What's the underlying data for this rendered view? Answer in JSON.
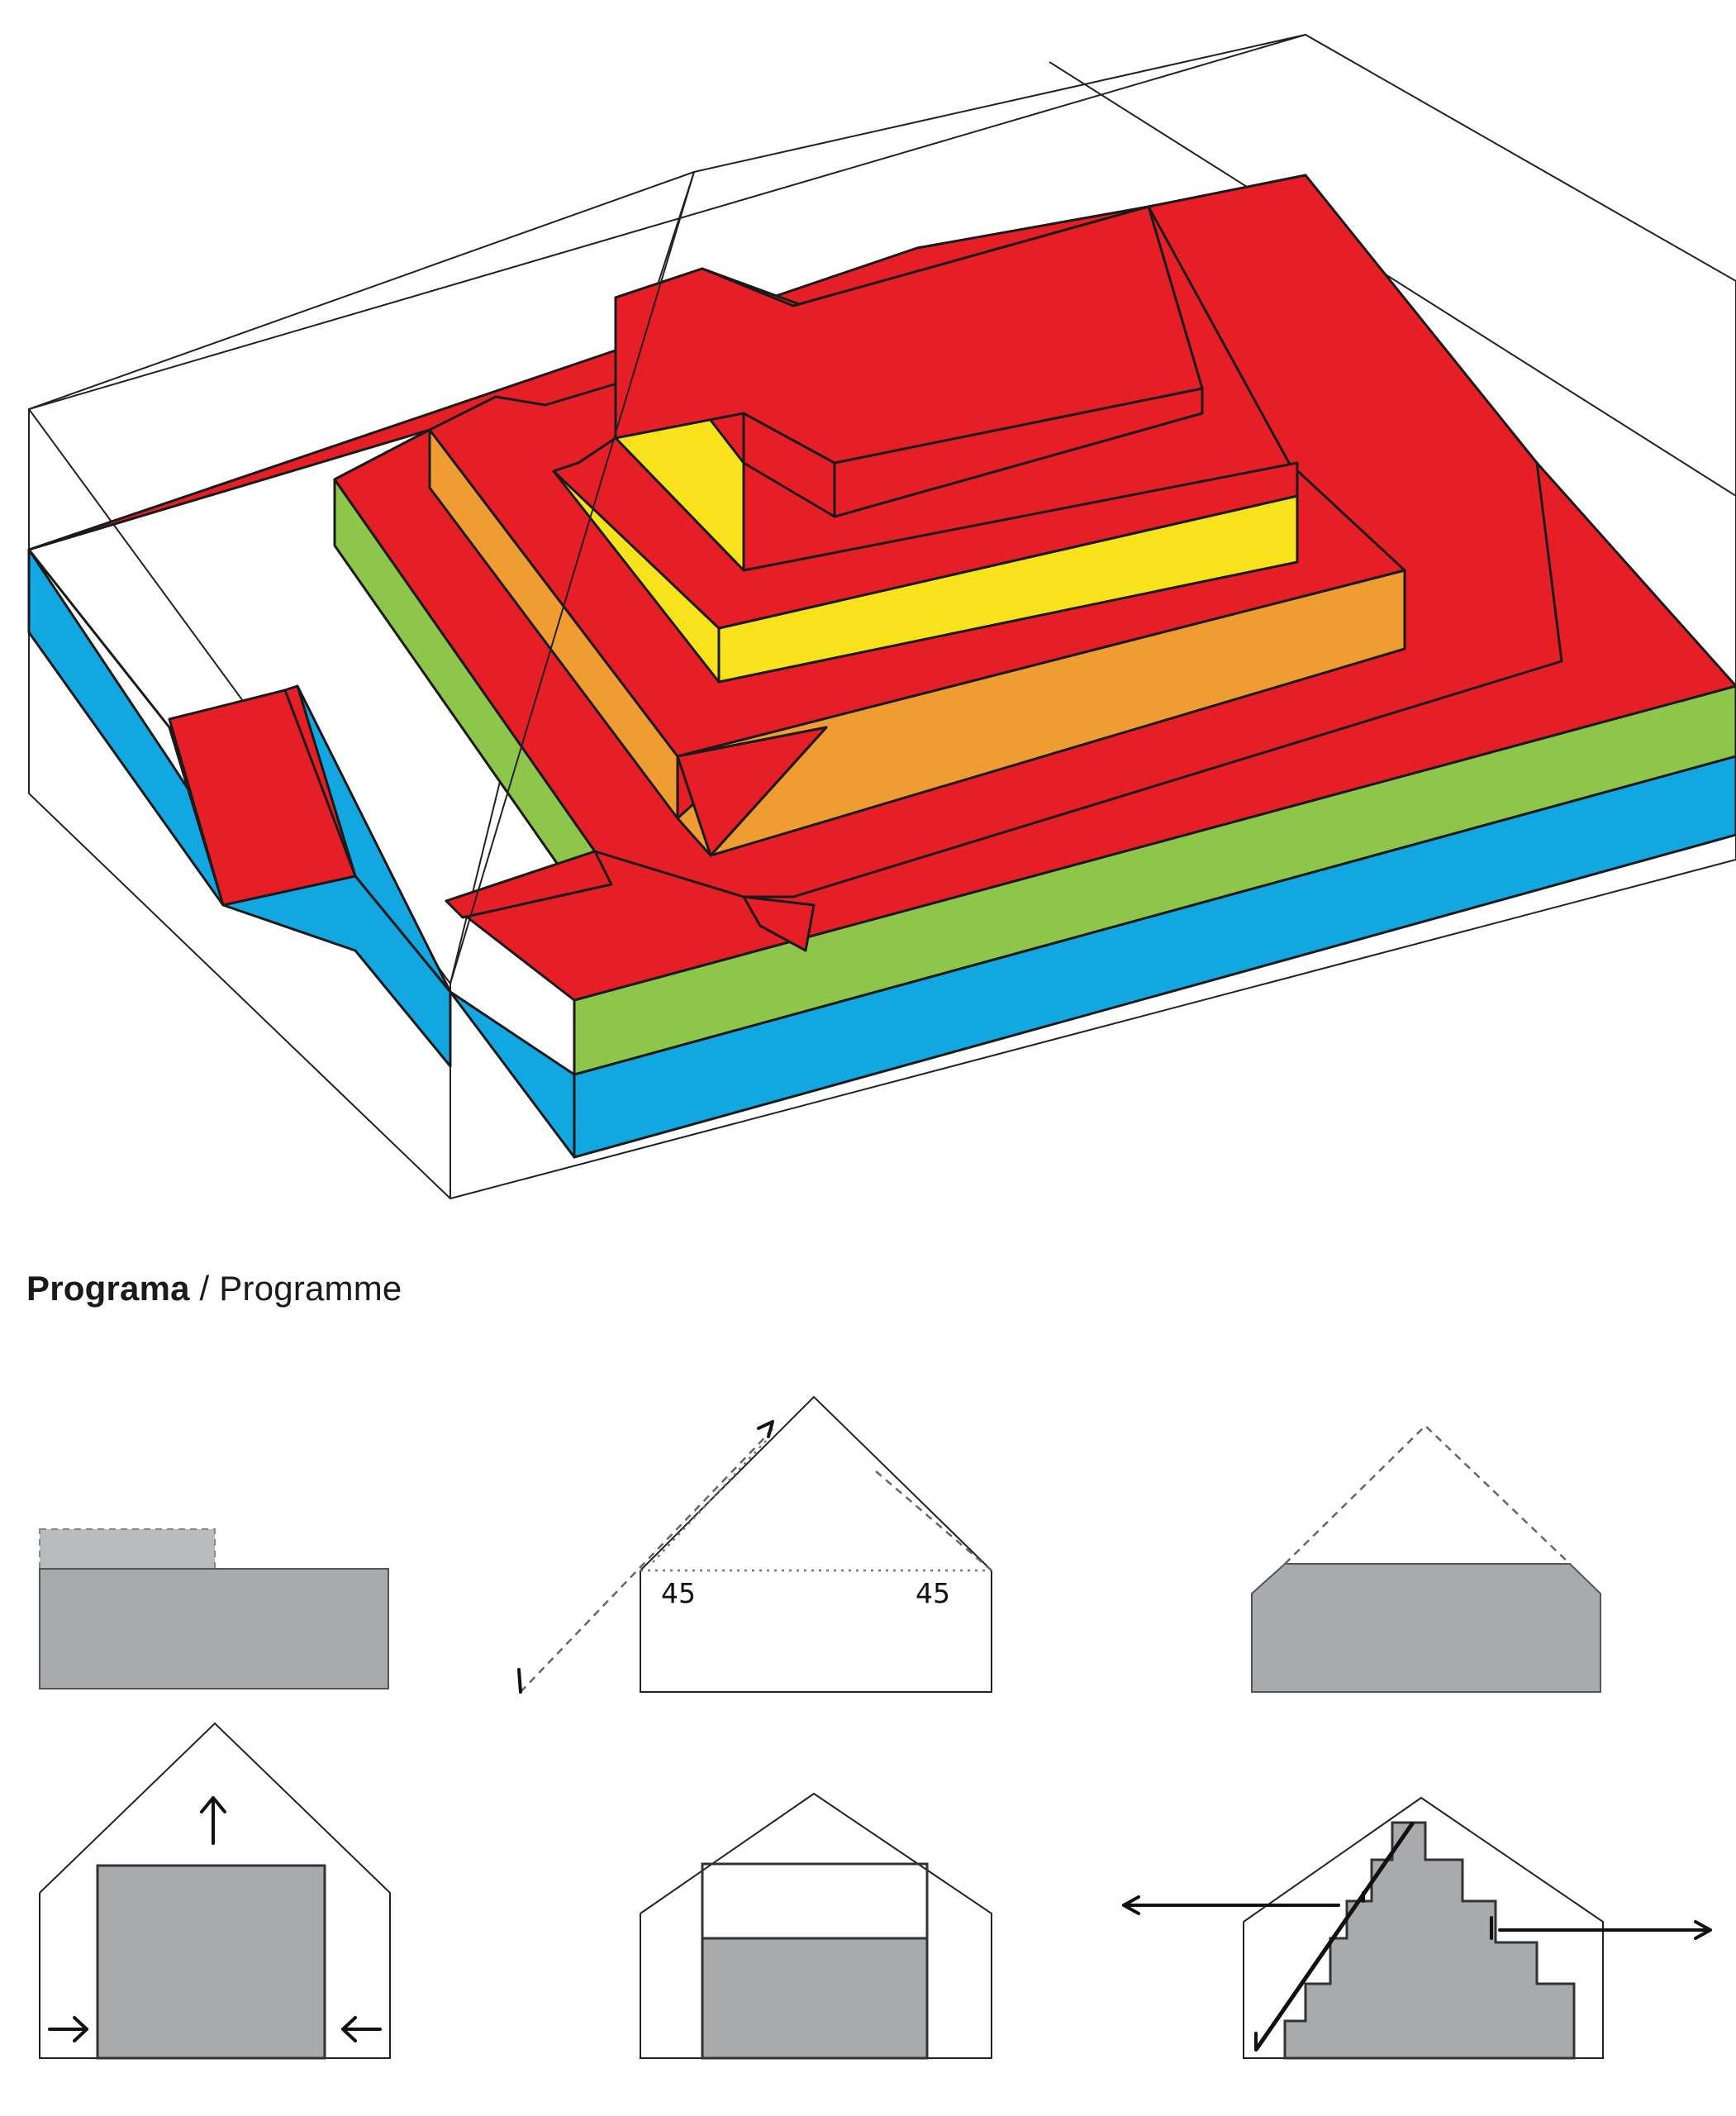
{
  "caption": {
    "title_bold": "Programa",
    "separator": " / ",
    "title_light": "Programme"
  },
  "angle_labels": [
    "45",
    "45"
  ],
  "colors": {
    "red": "#e61f26",
    "yellow": "#f7e21c",
    "orange": "#ef9d33",
    "green": "#8ec64b",
    "blue": "#12a7e0",
    "grey": "#a8aaab",
    "outline": "#1a1a1a"
  }
}
